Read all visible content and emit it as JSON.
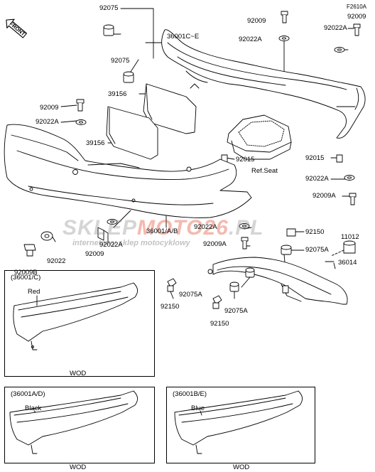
{
  "figure_code": "F2610A",
  "front_label": "FRONT",
  "labels": {
    "l92075_top": "92075",
    "l92009_top": "92009",
    "l92009_topright": "92009",
    "l36001CE": "36001C~E",
    "l92022A_top": "92022A",
    "l92022A_topright": "92022A",
    "l92075_mid": "92075",
    "l39156_top": "39156",
    "l92009_left": "92009",
    "l92022A_left": "92022A",
    "l39156_mid": "39156",
    "l92015_mid": "92015",
    "l92015_right": "92015",
    "refseat": "Ref.Seat",
    "l92022A_right": "92022A",
    "l92009A_right": "92009A",
    "l92022A_center": "92022A",
    "l36001AB": "36001/A/B",
    "l92022A_bottom": "92022A",
    "l92150_top": "92150",
    "l11012": "11012",
    "l92009A_center": "92009A",
    "l92075A_right": "92075A",
    "l92022": "92022",
    "l92009": "92009",
    "l92009B": "92009B",
    "l36014": "36014",
    "l92075A_mid": "92075A",
    "l92150_mid": "92150",
    "l92075A_low": "92075A",
    "l92150_low": "92150"
  },
  "watermark": {
    "brand_a": "SKLEP",
    "brand_b": "MOTO",
    "brand_c": "26",
    "brand_d": ".PL",
    "tagline": "internetowy sklep motocyklowy"
  },
  "panels": {
    "c": {
      "code": "(36001/C)",
      "color": "Red",
      "wod": "WOD"
    },
    "ad": {
      "code": "(36001A/D)",
      "color": "Black",
      "wod": "WOD"
    },
    "be": {
      "code": "(36001B/E)",
      "color": "Blue",
      "wod": "WOD"
    }
  }
}
